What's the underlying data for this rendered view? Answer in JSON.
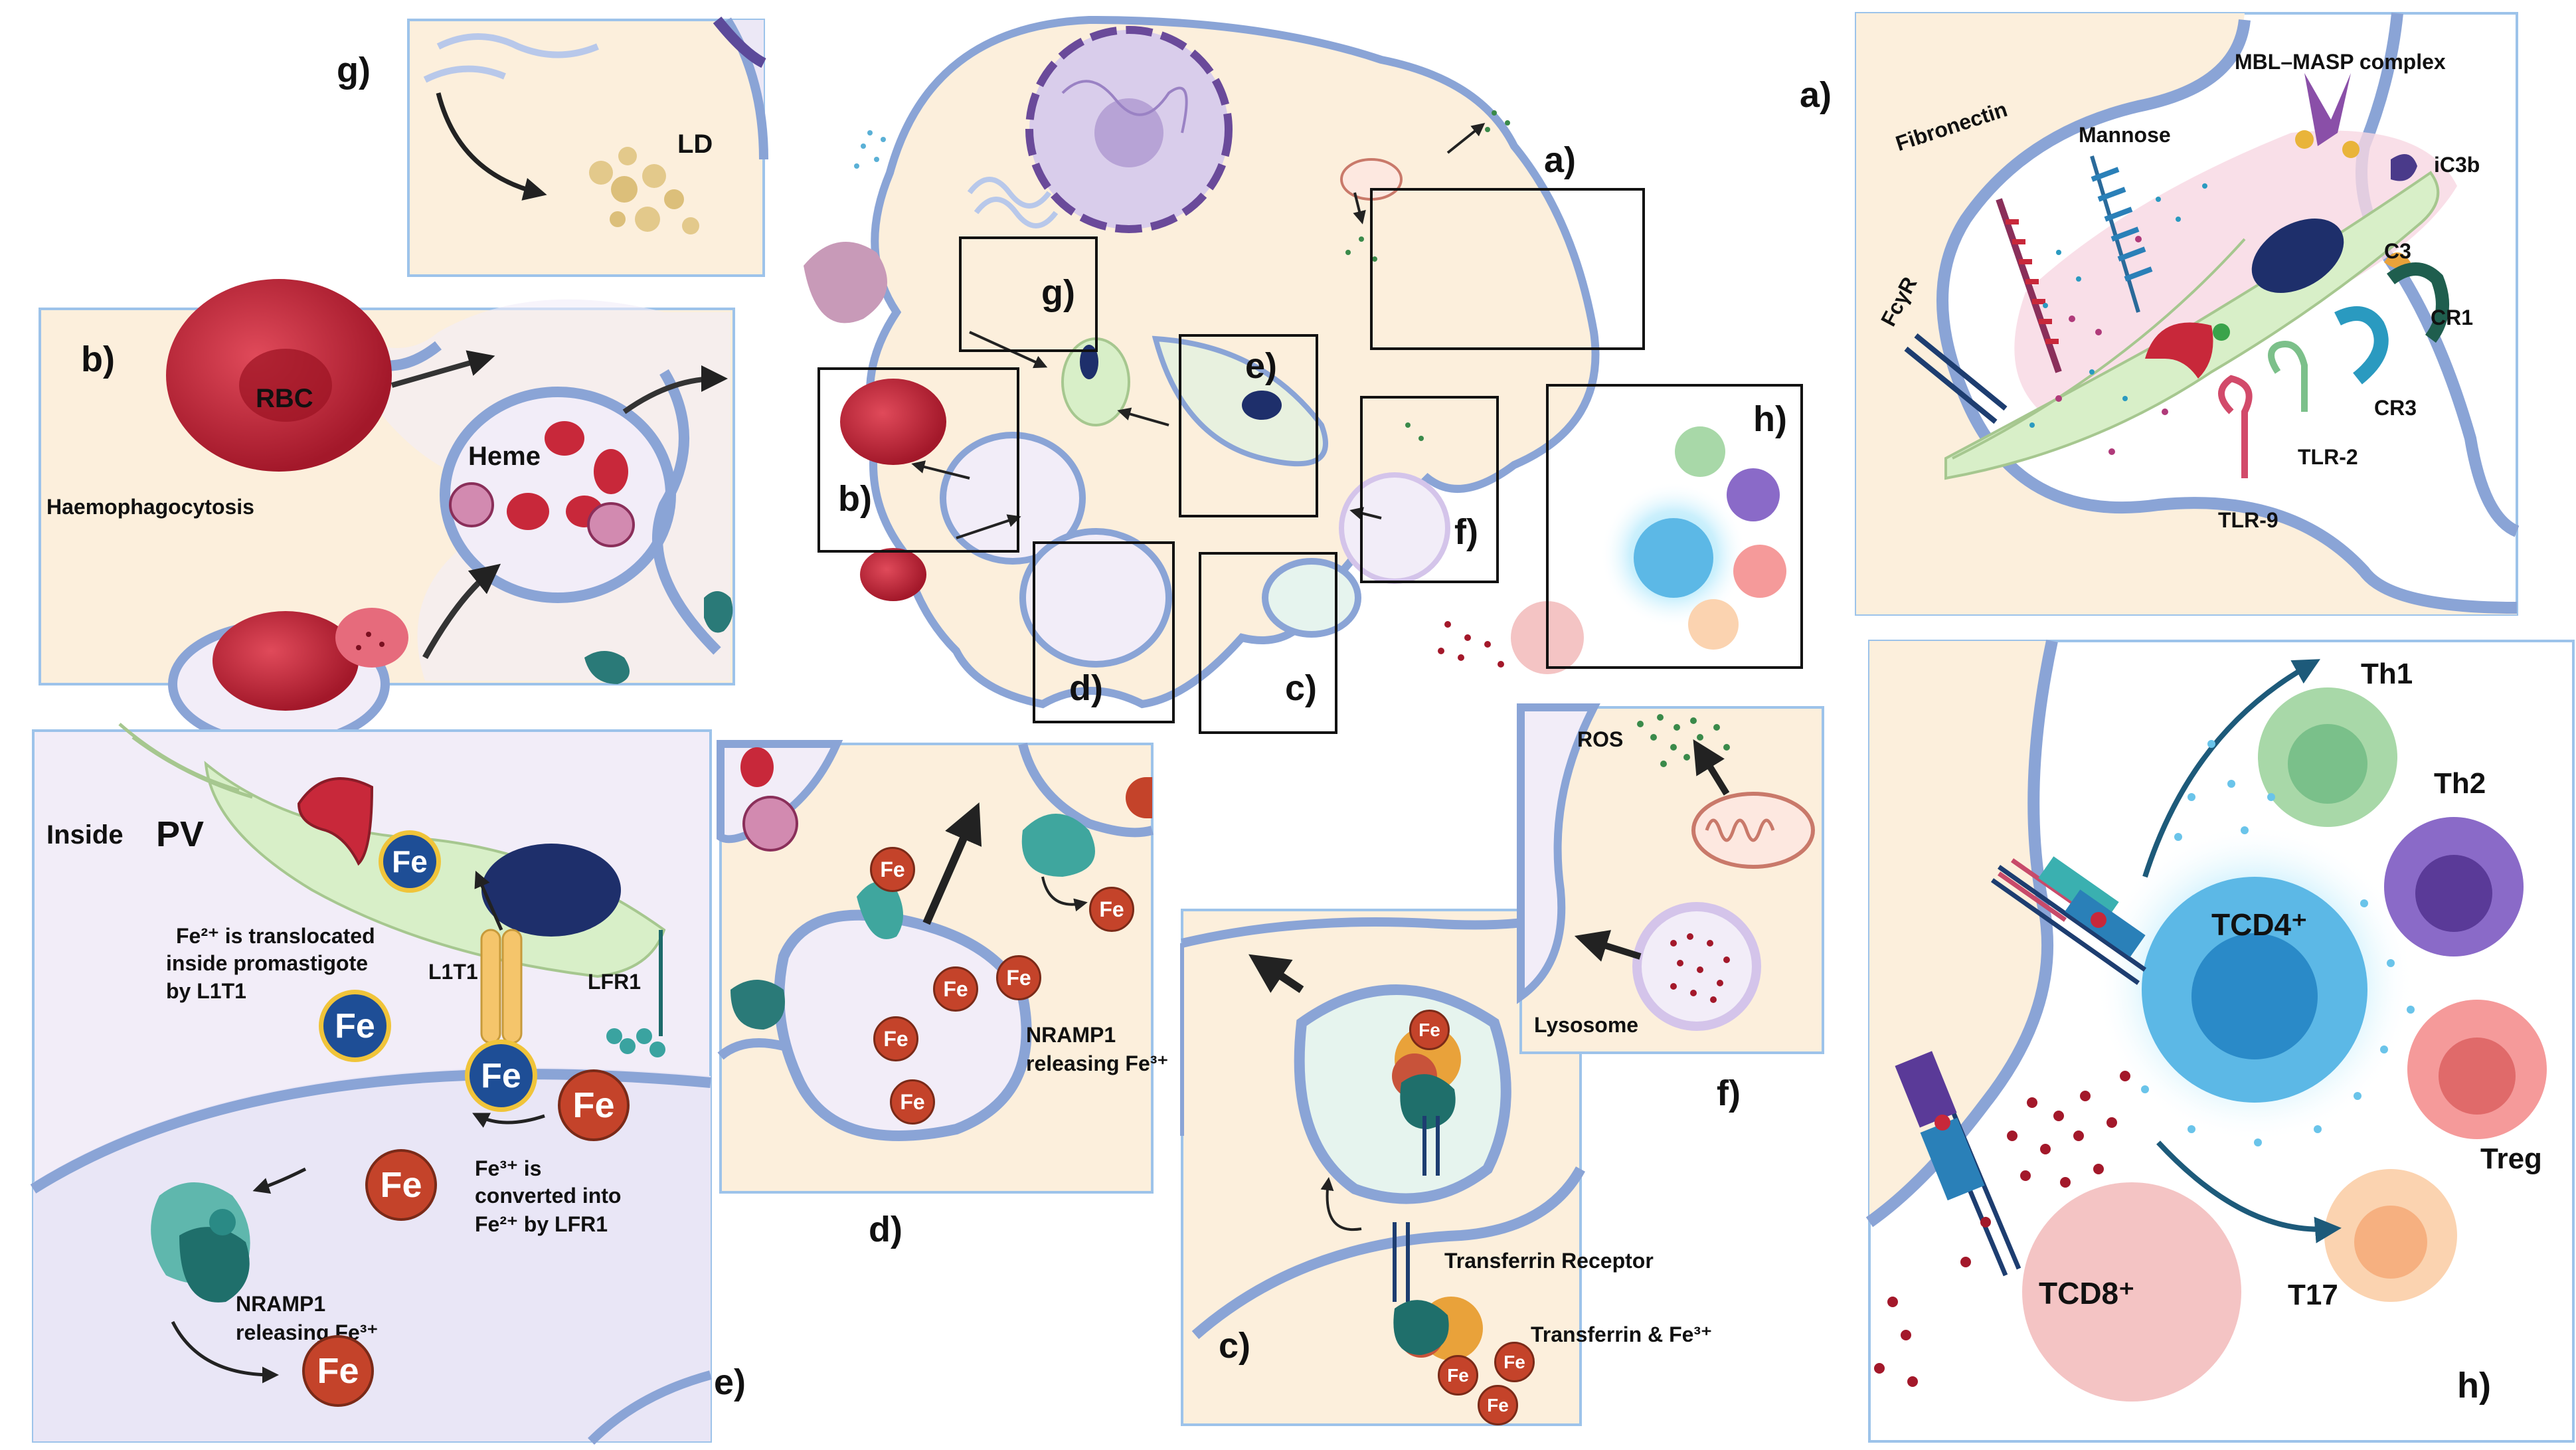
{
  "panels": {
    "a": {
      "letter": "a)",
      "labels": {
        "mbl": "MBL–MASP complex",
        "fibronectin": "Fibronectin",
        "mannose": "Mannose",
        "ic3b": "iC3b",
        "fcyr": "FcγR",
        "c3": "C3",
        "cr1": "CR1",
        "cr3": "CR3",
        "tlr2": "TLR-2",
        "tlr9": "TLR-9"
      }
    },
    "b": {
      "letter": "b)",
      "labels": {
        "rbc": "RBC",
        "heme": "Heme",
        "haemo": "Haemophagocytosis"
      }
    },
    "c": {
      "letter": "c)",
      "labels": {
        "tfr": "Transferrin Receptor",
        "tf": "Transferrin & Fe³⁺"
      }
    },
    "d": {
      "letter": "d)",
      "labels": {
        "nramp1": "NRAMP1",
        "releasing": "releasing Fe³⁺"
      }
    },
    "e": {
      "letter": "e)",
      "labels": {
        "inside": "Inside",
        "pv": "PV",
        "fe2_l1": "Fe²⁺ is translocated",
        "fe2_l2": "inside  promastigote",
        "fe2_l3": "by L1T1",
        "l1t1": "L1T1",
        "lfr1": "LFR1",
        "fe3_l1": "Fe³⁺ is",
        "fe3_l2": "converted into",
        "fe3_l3": "Fe²⁺ by LFR1",
        "nramp1": "NRAMP1",
        "releasing": "releasing Fe³⁺"
      }
    },
    "f": {
      "letter": "f)",
      "labels": {
        "ros": "ROS",
        "lysosome": "Lysosome"
      }
    },
    "g": {
      "letter": "g)",
      "labels": {
        "ld": "LD"
      }
    },
    "h": {
      "letter": "h)",
      "labels": {
        "th1": "Th1",
        "th2": "Th2",
        "tcd4": "TCD4⁺",
        "treg": "Treg",
        "t17": "T17",
        "tcd8": "TCD8⁺"
      }
    }
  },
  "center": {
    "box_labels": {
      "a": "a)",
      "b": "b)",
      "c": "c)",
      "d": "d)",
      "e": "e)",
      "f": "f)",
      "g": "g)",
      "h": "h)"
    }
  },
  "iron_label": "Fe",
  "colors": {
    "membrane": "#8aa4d6",
    "cytoplasm": "#fcefdc",
    "vacuole": "#f2edf8",
    "parasite": "#d8efc8",
    "nucleus": "#1e2f6b",
    "rbc": "#c8283a",
    "iron_fe3": "#c4432a",
    "iron_fe2": "#1e4e96",
    "panel_border": "#9dc3ea"
  }
}
